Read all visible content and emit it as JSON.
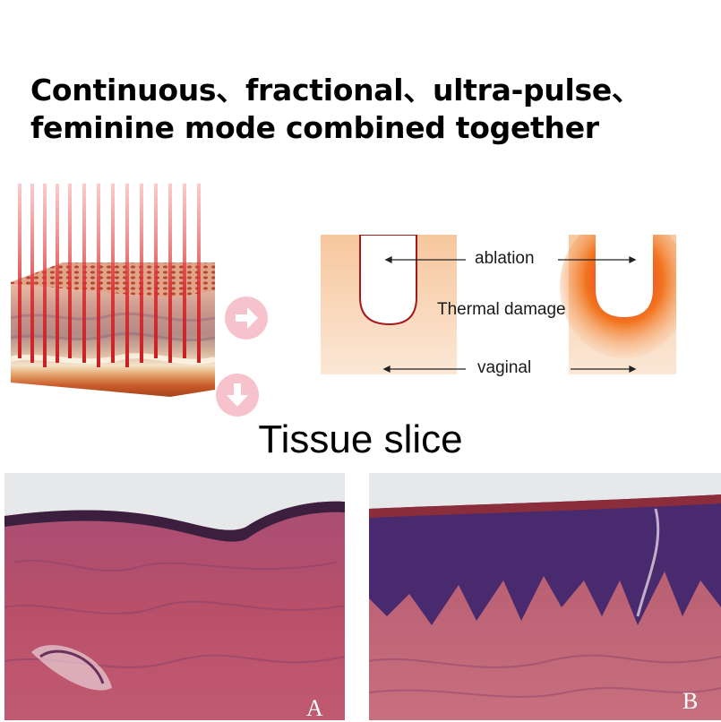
{
  "headline": {
    "line1": "Continuous、fractional、ultra-pulse、",
    "line2": "feminine mode combined together"
  },
  "diagram": {
    "label_ablation": "ablation",
    "label_thermal": "Thermal damage",
    "label_vaginal": "vaginal"
  },
  "section_title": "Tissue slice",
  "panels": {
    "left_letter": "A",
    "right_letter": "B"
  },
  "colors": {
    "laser_red": "#d8282e",
    "arrow_pink": "#f6c3cd",
    "tissue_peach": "#f7cba2",
    "thermal_orange": "#ee5a20",
    "stain_pink": "#b4506a",
    "stain_purple": "#4a2a6e"
  }
}
